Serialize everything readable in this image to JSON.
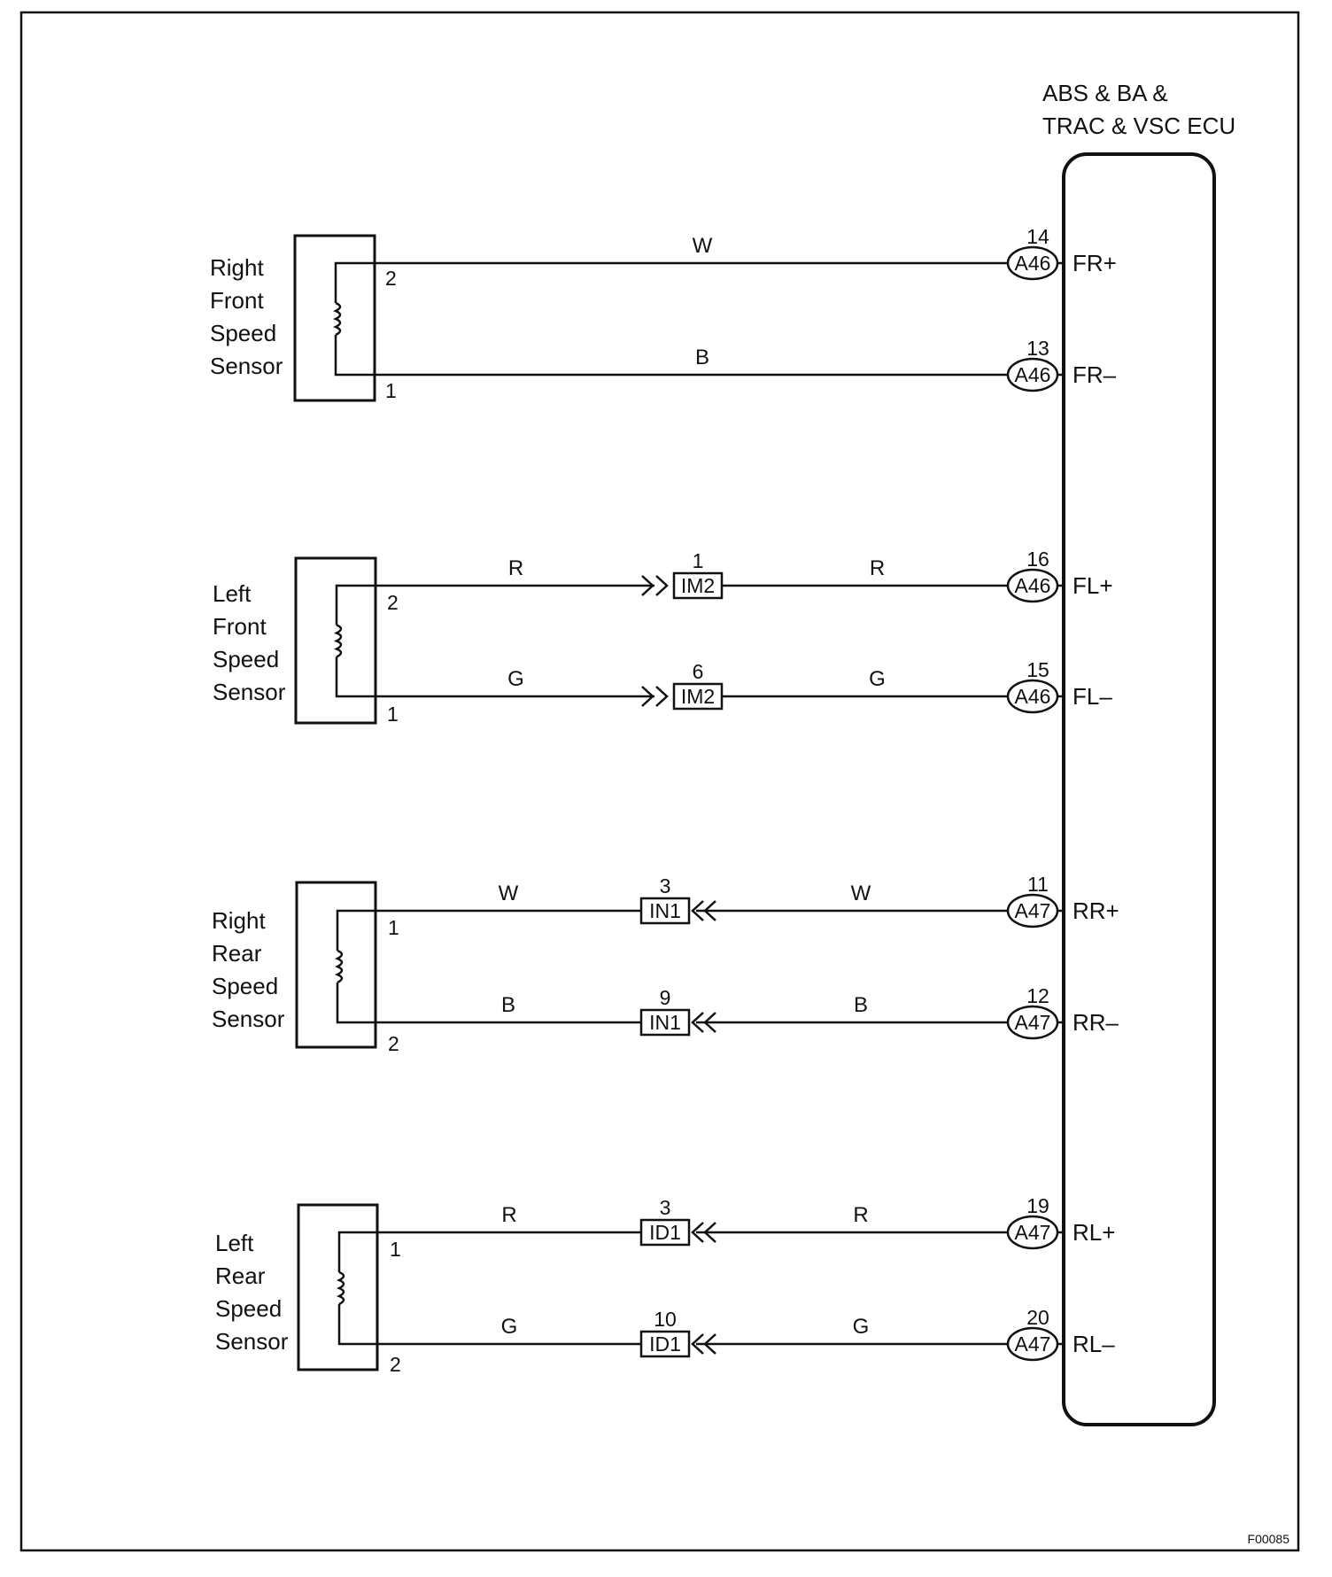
{
  "ecu": {
    "title_lines": [
      "ABS & BA &",
      "TRAC & VSC ECU"
    ]
  },
  "sensors": [
    {
      "label_lines": [
        "Right",
        "Front",
        "Speed",
        "Sensor"
      ],
      "top_pin": "2",
      "bottom_pin": "1"
    },
    {
      "label_lines": [
        "Left",
        "Front",
        "Speed",
        "Sensor"
      ],
      "top_pin": "2",
      "bottom_pin": "1"
    },
    {
      "label_lines": [
        "Right",
        "Rear",
        "Speed",
        "Sensor"
      ],
      "top_pin": "1",
      "bottom_pin": "2"
    },
    {
      "label_lines": [
        "Left",
        "Rear",
        "Speed",
        "Sensor"
      ],
      "top_pin": "1",
      "bottom_pin": "2"
    }
  ],
  "wires": [
    {
      "sensor": 0,
      "pos": "top",
      "color_left": "W",
      "color_right": "",
      "junction": null,
      "ecu_connector": "A46",
      "ecu_pin": "14",
      "signal": "FR+"
    },
    {
      "sensor": 0,
      "pos": "bottom",
      "color_left": "B",
      "color_right": "",
      "junction": null,
      "ecu_connector": "A46",
      "ecu_pin": "13",
      "signal": "FR–"
    },
    {
      "sensor": 1,
      "pos": "top",
      "color_left": "R",
      "color_right": "R",
      "junction": {
        "id": "IM2",
        "pin": "1",
        "arrow": "right"
      },
      "ecu_connector": "A46",
      "ecu_pin": "16",
      "signal": "FL+"
    },
    {
      "sensor": 1,
      "pos": "bottom",
      "color_left": "G",
      "color_right": "G",
      "junction": {
        "id": "IM2",
        "pin": "6",
        "arrow": "right"
      },
      "ecu_connector": "A46",
      "ecu_pin": "15",
      "signal": "FL–"
    },
    {
      "sensor": 2,
      "pos": "top",
      "color_left": "W",
      "color_right": "W",
      "junction": {
        "id": "IN1",
        "pin": "3",
        "arrow": "left"
      },
      "ecu_connector": "A47",
      "ecu_pin": "11",
      "signal": "RR+"
    },
    {
      "sensor": 2,
      "pos": "bottom",
      "color_left": "B",
      "color_right": "B",
      "junction": {
        "id": "IN1",
        "pin": "9",
        "arrow": "left"
      },
      "ecu_connector": "A47",
      "ecu_pin": "12",
      "signal": "RR–"
    },
    {
      "sensor": 3,
      "pos": "top",
      "color_left": "R",
      "color_right": "R",
      "junction": {
        "id": "ID1",
        "pin": "3",
        "arrow": "left"
      },
      "ecu_connector": "A47",
      "ecu_pin": "19",
      "signal": "RL+"
    },
    {
      "sensor": 3,
      "pos": "bottom",
      "color_left": "G",
      "color_right": "G",
      "junction": {
        "id": "ID1",
        "pin": "10",
        "arrow": "left"
      },
      "ecu_connector": "A47",
      "ecu_pin": "20",
      "signal": "RL–"
    }
  ],
  "figure_code": "F00085"
}
